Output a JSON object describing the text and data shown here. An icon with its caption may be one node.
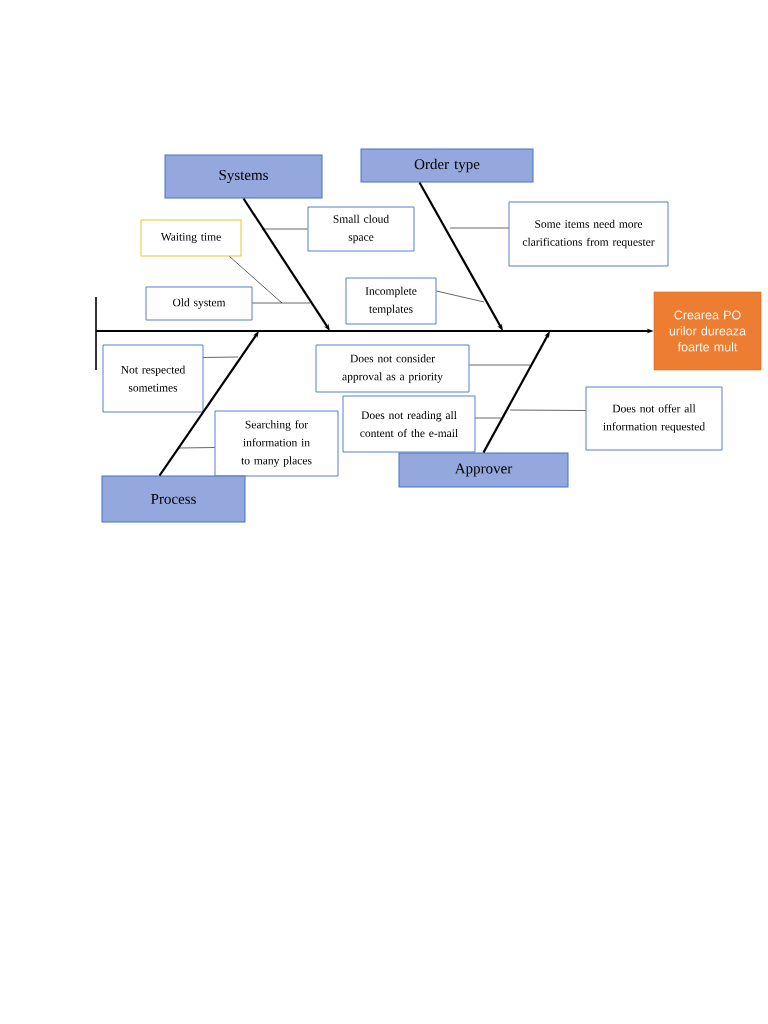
{
  "diagram": {
    "nodes": [
      {
        "text": [
          "Systems"
        ]
      },
      {
        "text": [
          "Order type"
        ]
      },
      {
        "text": [
          "Waiting time"
        ]
      },
      {
        "text": [
          "Small cloud space"
        ]
      },
      {
        "text": [
          "Some items need more clarifications from requester"
        ]
      },
      {
        "text": [
          "Old system"
        ]
      },
      {
        "text": [
          "Incomplete templates"
        ]
      },
      {
        "text": [
          "Crearea PO urilor dureaza foarte mult"
        ]
      },
      {
        "text": [
          "Not respected sometimes"
        ]
      },
      {
        "text": [
          "Does not consider approval as a priority"
        ]
      },
      {
        "text": [
          "Does not reading all  content of the e-mail"
        ]
      },
      {
        "text": [
          "Does not offer all information requested"
        ]
      },
      {
        "text": [
          "Searching for information in to many places"
        ]
      },
      {
        "text": [
          "Process"
        ]
      },
      {
        "text": [
          "Approver"
        ]
      }
    ],
    "edges": [
      {
        "from": null,
        "to": 7,
        "arrow": "to",
        "style": "thick"
      },
      {
        "from": 0,
        "to": null,
        "arrow": "to",
        "style": "thick"
      },
      {
        "from": 1,
        "to": null,
        "arrow": "to",
        "style": "thick"
      },
      {
        "from": 13,
        "to": null,
        "arrow": "to",
        "style": "thick"
      },
      {
        "from": 14,
        "to": null,
        "arrow": "to",
        "style": "thick"
      },
      {
        "from": 2,
        "to": null,
        "arrow": "none"
      },
      {
        "from": 3,
        "to": null,
        "arrow": "none"
      },
      {
        "from": 4,
        "to": null,
        "arrow": "none"
      },
      {
        "from": 5,
        "to": null,
        "arrow": "none"
      },
      {
        "from": 6,
        "to": null,
        "arrow": "none"
      },
      {
        "from": 8,
        "to": null,
        "arrow": "none"
      },
      {
        "from": 9,
        "to": null,
        "arrow": "none"
      },
      {
        "from": 10,
        "to": null,
        "arrow": "none"
      },
      {
        "from": 11,
        "to": null,
        "arrow": "none"
      },
      {
        "from": 12,
        "to": null,
        "arrow": "none"
      }
    ]
  }
}
